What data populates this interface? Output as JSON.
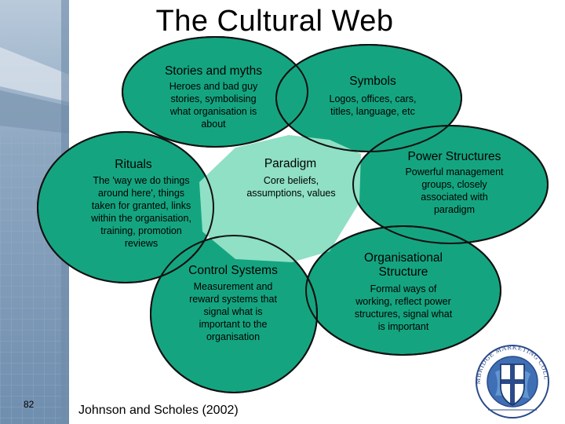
{
  "title": "The Cultural Web",
  "colors": {
    "circle_fill": "#14a580",
    "paradigm_fill": "#8fe0c4",
    "outline": "#111111",
    "strip": "#7f9bb8"
  },
  "nodes": {
    "stories": {
      "heading": "Stories and myths",
      "body": "Heroes and bad guy\nstories, symbolising\nwhat organisation is\nabout"
    },
    "symbols": {
      "heading": "Symbols",
      "body": "Logos, offices, cars,\ntitles, language, etc"
    },
    "rituals": {
      "heading": "Rituals",
      "body": "The 'way we do things\naround here', things\ntaken for granted, links\nwithin the organisation,\ntraining, promotion\nreviews"
    },
    "paradigm": {
      "heading": "Paradigm",
      "body": "Core beliefs,\nassumptions, values"
    },
    "power": {
      "heading": "Power Structures",
      "body": "Powerful management\ngroups, closely\nassociated with\nparadigm"
    },
    "control": {
      "heading": "Control Systems",
      "body": "Measurement and\nreward systems that\nsignal what is\nimportant to the\norganisation"
    },
    "org": {
      "heading": "Organisational\nStructure",
      "body": "Formal ways of\nworking, reflect power\nstructures, signal what\nis important"
    }
  },
  "footer": {
    "slide_number": "82",
    "citation": "Johnson and Scholes (2002)"
  },
  "logo": {
    "icon": "college-crest-icon",
    "text": "CAMBRIDGE MARKETING COLLEGE"
  }
}
